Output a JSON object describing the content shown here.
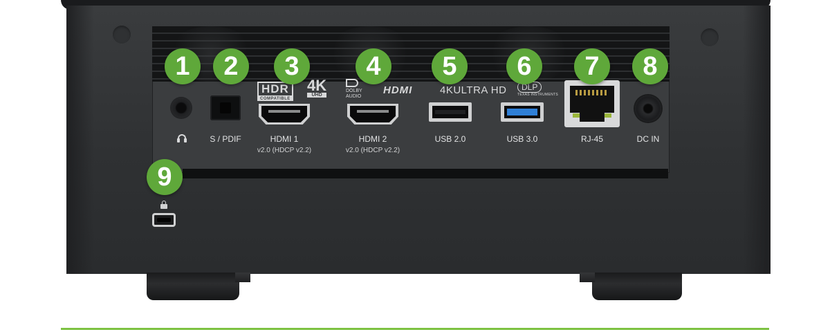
{
  "badges": [
    "1",
    "2",
    "3",
    "4",
    "5",
    "6",
    "7",
    "8",
    "9"
  ],
  "logos": {
    "hdr_main": "HDR",
    "hdr_sub": "COMPATIBLE",
    "k4_main": "4K",
    "k4_sub": "UHD",
    "dolby_line1": "DOLBY",
    "dolby_line2": "AUDIO",
    "hdmi": "HDMI",
    "ultra_hd": "4KULTRA HD",
    "dlp": "DLP",
    "dlp_sub": "TEXAS INSTRUMENTS"
  },
  "ports": {
    "spdif_label": "S / PDIF",
    "hdmi1_label": "HDMI 1",
    "hdmi1_version": "v2.0 (HDCP v2.2)",
    "hdmi2_label": "HDMI 2",
    "hdmi2_version": "v2.0 (HDCP v2.2)",
    "usb2_label": "USB 2.0",
    "usb3_label": "USB 3.0",
    "rj45_label": "RJ-45",
    "dcin_label": "DC IN"
  },
  "colors": {
    "badge_green": "#5fa83a",
    "rule_green": "#7dc242",
    "usb3_blue": "#2f7fd6",
    "body_dark": "#2f3133"
  },
  "icons": [
    "headphones-icon",
    "lock-icon"
  ]
}
